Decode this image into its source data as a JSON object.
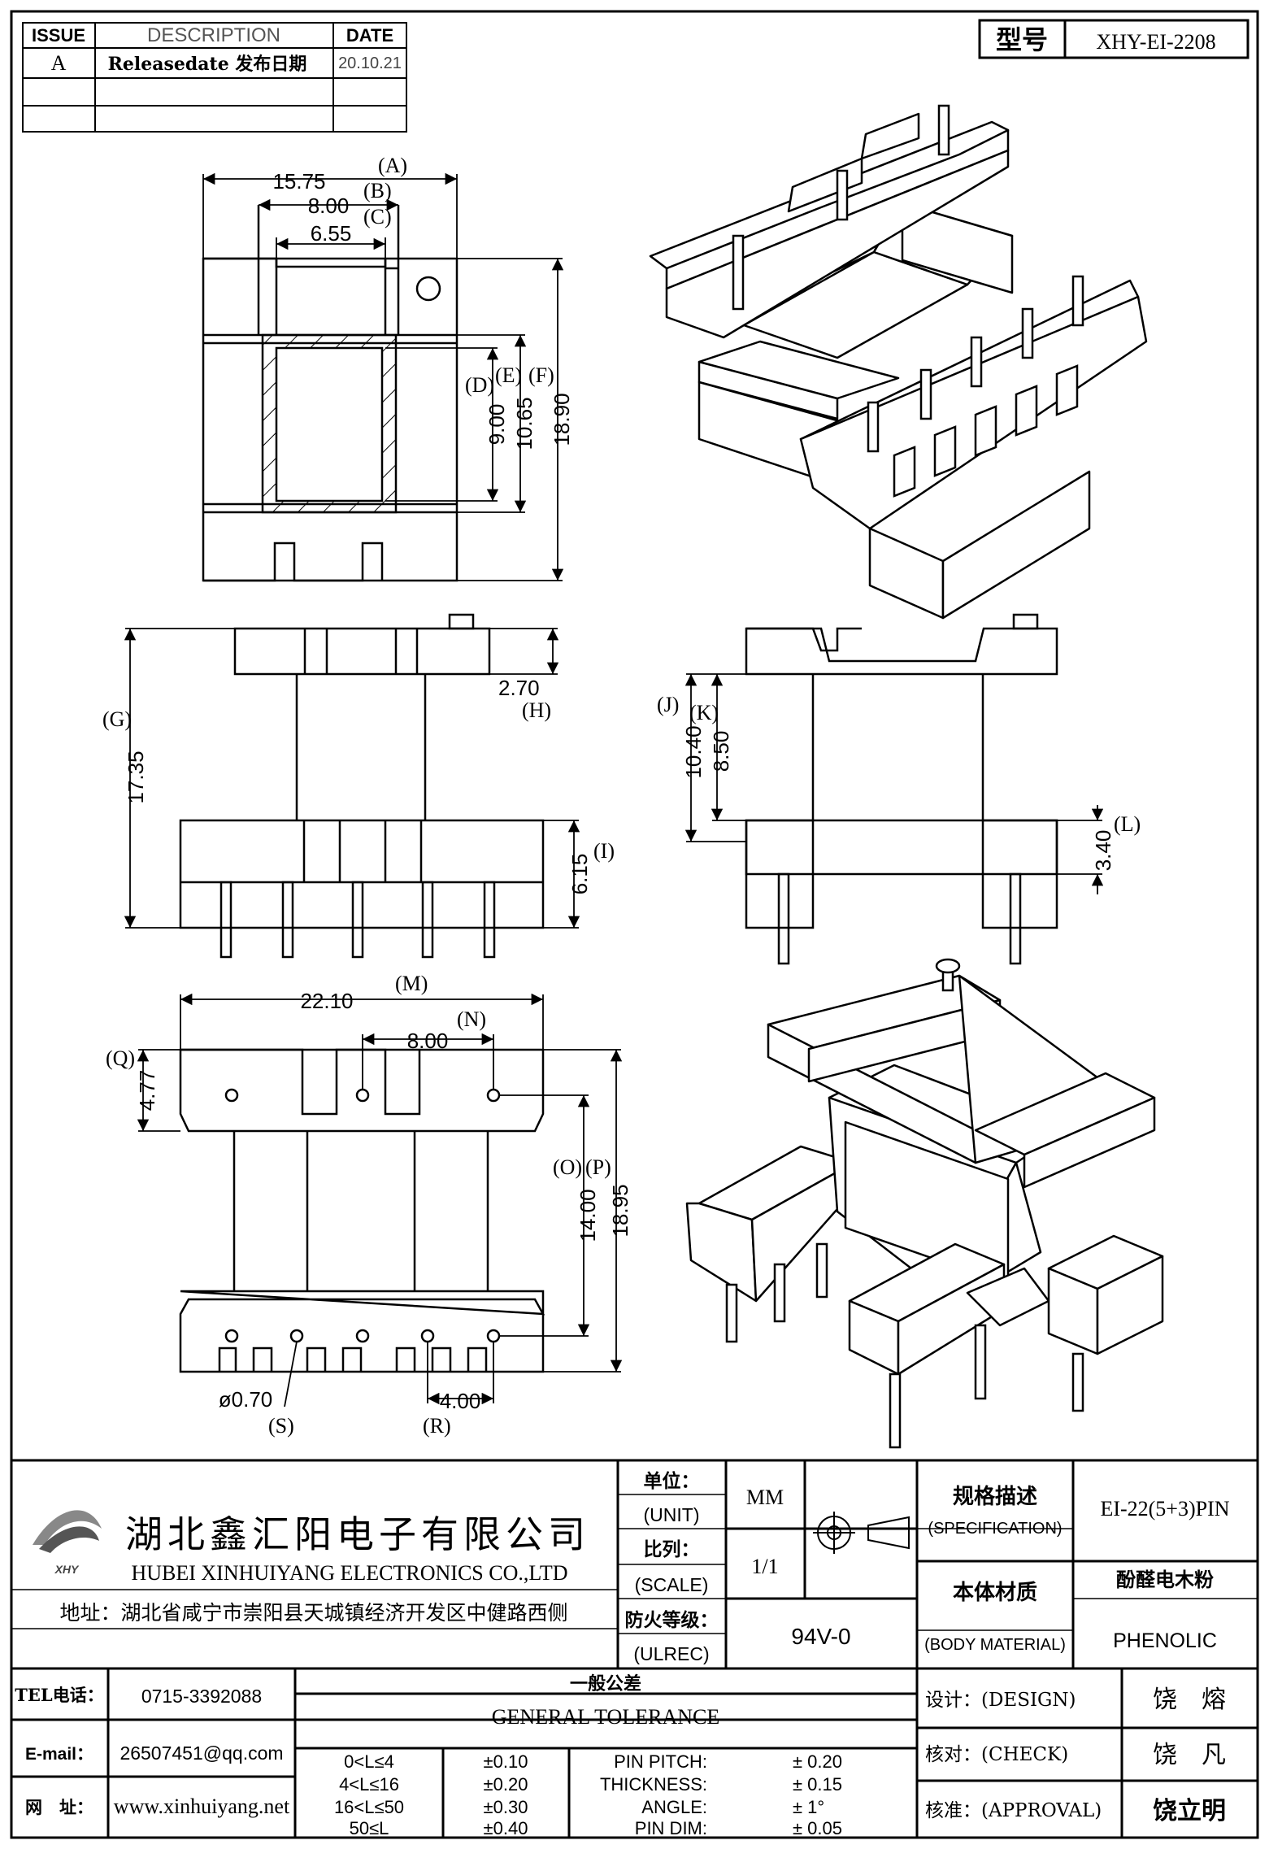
{
  "revision_table": {
    "headers": {
      "issue": "ISSUE",
      "description": "DESCRIPTION",
      "date": "DATE"
    },
    "rows": [
      {
        "issue": "A",
        "description": "Releasedate 发布日期",
        "date": "20.10.21"
      },
      {
        "issue": "",
        "description": "",
        "date": ""
      },
      {
        "issue": "",
        "description": "",
        "date": ""
      }
    ]
  },
  "model": {
    "label": "型号",
    "value": "XHY-EI-2208"
  },
  "top_view": {
    "A": {
      "value": "15.75",
      "tag": "(A)"
    },
    "B": {
      "value": "8.00",
      "tag": "(B)"
    },
    "C": {
      "value": "6.55",
      "tag": "(C)"
    },
    "D": {
      "value": "9.00",
      "tag": "(D)"
    },
    "E": {
      "value": "10.65",
      "tag": "(E)"
    },
    "F": {
      "value": "18.90",
      "tag": "(F)"
    }
  },
  "front_view": {
    "G": {
      "value": "17.35",
      "tag": "(G)"
    },
    "H": {
      "value": "2.70",
      "tag": "(H)"
    },
    "I": {
      "value": "6.15",
      "tag": "(I)"
    }
  },
  "side_view": {
    "J": {
      "value": "10.40",
      "tag": "(J)"
    },
    "K": {
      "value": "8.50",
      "tag": "(K)"
    },
    "L": {
      "value": "3.40",
      "tag": "(L)"
    }
  },
  "bottom_view": {
    "M": {
      "value": "22.10",
      "tag": "(M)"
    },
    "N": {
      "value": "8.00",
      "tag": "(N)"
    },
    "Q": {
      "value": "4.77",
      "tag": "(Q)"
    },
    "O": {
      "value": "14.00",
      "tag": "(O)"
    },
    "P": {
      "value": "18.95",
      "tag": "(P)"
    },
    "S": {
      "value": "ø0.70",
      "tag": "(S)"
    },
    "R": {
      "value": "4.00",
      "tag": "(R)"
    }
  },
  "company": {
    "name_cn": "湖北鑫汇阳电子有限公司",
    "name_en": "HUBEI XINHUIYANG ELECTRONICS CO.,LTD",
    "address": "地址：湖北省咸宁市崇阳县天城镇经济开发区中健路西侧",
    "logo_text": "XHY"
  },
  "unit": {
    "label_cn": "单位：",
    "label_en": "(UNIT)",
    "value": "MM"
  },
  "scale": {
    "label_cn": "比列：",
    "label_en": "(SCALE)",
    "value": "1/1"
  },
  "ulrec": {
    "label_cn": "防火等级：",
    "label_en": "(ULREC)",
    "value": "94V-0"
  },
  "spec": {
    "label_cn": "规格描述",
    "label_en": "(SPECIFICATION)",
    "value": "EI-22(5+3)PIN"
  },
  "material": {
    "label_cn": "本体材质",
    "label_en": "(BODY MATERIAL)",
    "value_cn": "酚醛电木粉",
    "value_en": "PHENOLIC"
  },
  "contact": {
    "tel_label": "TEL电话：",
    "tel": "0715-3392088",
    "email_label": "E-mail：",
    "email": "26507451@qq.com",
    "web_label": "网　址：",
    "web": "www.xinhuiyang.net"
  },
  "tolerance": {
    "title_cn": "一般公差",
    "title_en": "GENERAL TOLERANCE",
    "ranges": [
      {
        "range": "0<L≤4",
        "tol": "±0.10"
      },
      {
        "range": "4<L≤16",
        "tol": "±0.20"
      },
      {
        "range": "16<L≤50",
        "tol": "±0.30"
      },
      {
        "range": "50≤L",
        "tol": "±0.40"
      }
    ],
    "items": [
      {
        "name": "PIN PITCH:",
        "tol": "±  0.20"
      },
      {
        "name": "THICKNESS:",
        "tol": "±  0.15"
      },
      {
        "name": "ANGLE:",
        "tol": "±  1°"
      },
      {
        "name": "PIN DIM:",
        "tol": "±  0.05"
      }
    ]
  },
  "signoff": {
    "design": {
      "label": "设计：(DESIGN)",
      "name": "饶　熔"
    },
    "check": {
      "label": "核对：(CHECK)",
      "name": "饶　凡"
    },
    "approval": {
      "label": "核准：(APPROVAL)",
      "name": "饶立明"
    }
  }
}
